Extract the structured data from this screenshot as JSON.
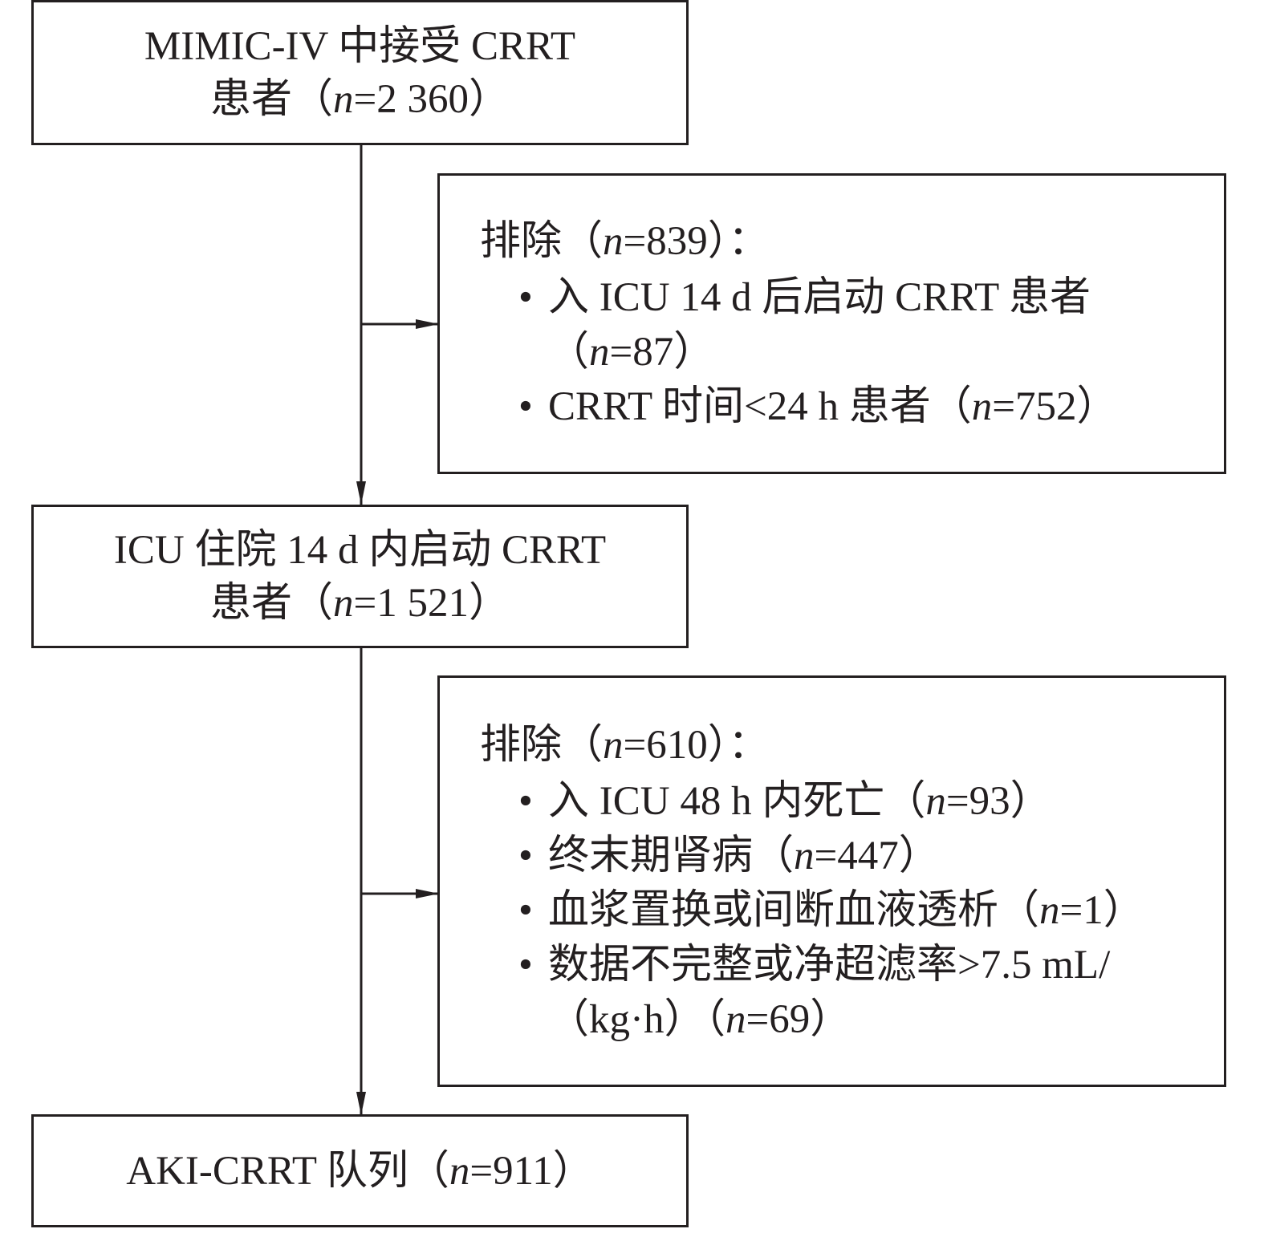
{
  "boxes": {
    "start": {
      "line1": "MIMIC-IV 中接受 CRRT",
      "line2_prefix": "患者（",
      "n_label": "n",
      "line2_suffix": "=2 360）"
    },
    "exclusion1": {
      "heading_prefix": "排除（",
      "n_label": "n",
      "heading_suffix": "=839）：",
      "items": [
        {
          "text1": "入 ICU 14 d 后启动 CRRT 患者",
          "text2_prefix": "（",
          "n_label": "n",
          "text2_suffix": "=87）"
        },
        {
          "text_prefix": "CRRT 时间<24 h 患者（",
          "n_label": "n",
          "text_suffix": "=752）"
        }
      ]
    },
    "middle": {
      "line1": "ICU 住院 14 d 内启动 CRRT",
      "line2_prefix": "患者（",
      "n_label": "n",
      "line2_suffix": "=1 521）"
    },
    "exclusion2": {
      "heading_prefix": "排除（",
      "n_label": "n",
      "heading_suffix": "=610）：",
      "items": [
        {
          "text_prefix": "入 ICU 48 h 内死亡（",
          "n_label": "n",
          "text_suffix": "=93）"
        },
        {
          "text_prefix": "终末期肾病（",
          "n_label": "n",
          "text_suffix": "=447）"
        },
        {
          "text_prefix": "血浆置换或间断血液透析（",
          "n_label": "n",
          "text_suffix": "=1）"
        },
        {
          "text1": "数据不完整或净超滤率>7.5 mL/",
          "text2_prefix": "（kg·h）（",
          "n_label": "n",
          "text2_suffix": "=69）"
        }
      ]
    },
    "final": {
      "line1_prefix": "AKI-CRRT 队列（",
      "n_label": "n",
      "line1_suffix": "=911）"
    }
  }
}
